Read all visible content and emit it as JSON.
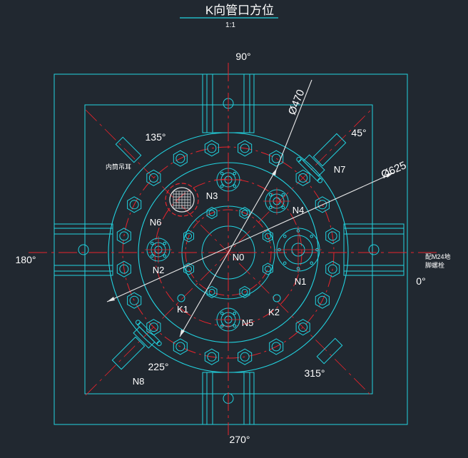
{
  "title": "K向管口方位",
  "scale": "1:1",
  "angles": {
    "a0": "0°",
    "a45": "45°",
    "a90": "90°",
    "a135": "135°",
    "a180": "180°",
    "a225": "225°",
    "a270": "270°",
    "a315": "315°"
  },
  "dims": {
    "d470": "Ø470",
    "d625": "Ø625"
  },
  "nozzles": {
    "N0": "N0",
    "N1": "N1",
    "N2": "N2",
    "N3": "N3",
    "N4": "N4",
    "N5": "N5",
    "N6": "N6",
    "N7": "N7",
    "N8": "N8",
    "K1": "K1",
    "K2": "K2"
  },
  "notes": {
    "lifting_lug": "内筒吊耳",
    "anchor_line1": "配M24地",
    "anchor_line2": "脚螺栓"
  },
  "colors": {
    "background": "#212830",
    "outline": "#22d3e0",
    "centerline": "#e8242c",
    "dimension": "#e8e8e8",
    "text": "#ffffff"
  }
}
